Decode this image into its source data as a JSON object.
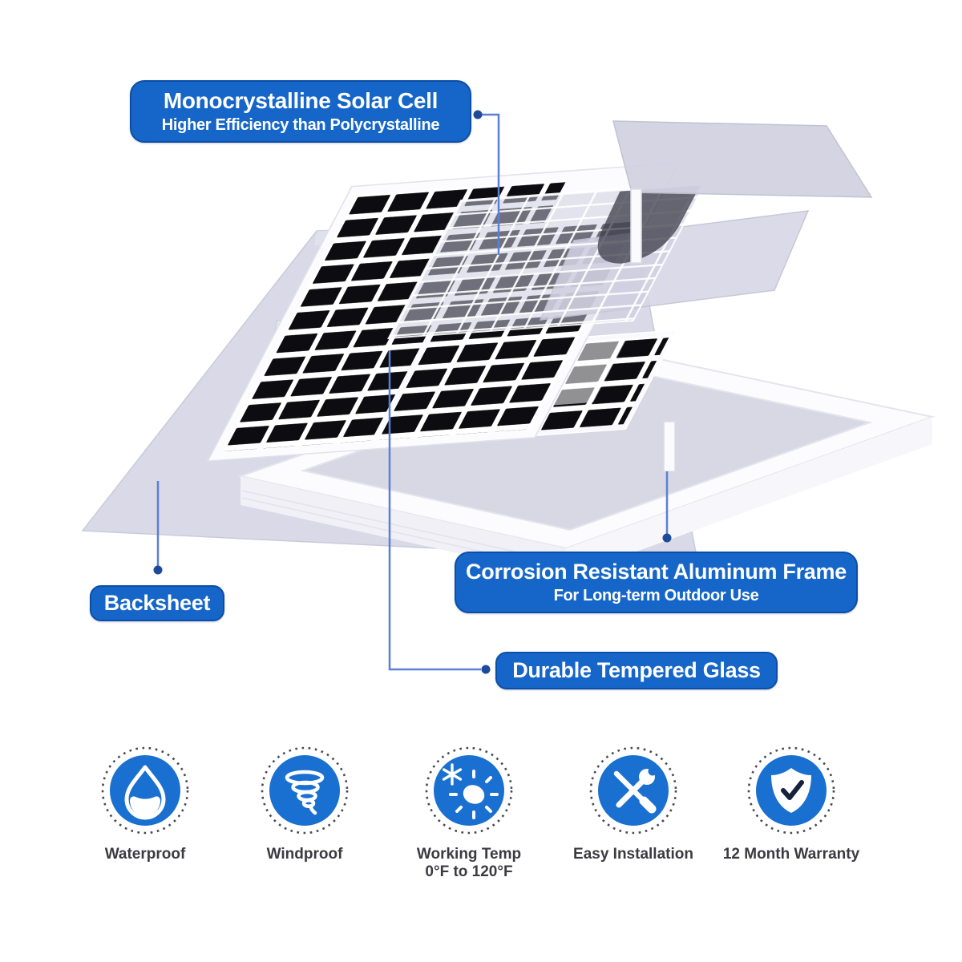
{
  "callouts": {
    "solar_cell": {
      "title": "Monocrystalline Solar Cell",
      "subtitle": "Higher Efficiency than Polycrystalline"
    },
    "frame": {
      "title": "Corrosion Resistant Aluminum Frame",
      "subtitle": "For Long-term Outdoor Use"
    },
    "backsheet": {
      "title": "Backsheet"
    },
    "glass": {
      "title": "Durable Tempered Glass"
    }
  },
  "features": [
    {
      "icon": "waterproof-icon",
      "label": "Waterproof"
    },
    {
      "icon": "windproof-icon",
      "label": "Windproof"
    },
    {
      "icon": "working-temp-icon",
      "label": "Working Temp",
      "sublabel": "0°F to 120°F"
    },
    {
      "icon": "easy-installation-icon",
      "label": "Easy Installation"
    },
    {
      "icon": "warranty-icon",
      "label": "12 Month Warranty"
    }
  ],
  "colors": {
    "accent_blue": "#1566c8",
    "accent_border": "#0d4da6",
    "connector_blue": "#5c7fd6",
    "dot_blue": "#1e4a9b",
    "icon_blue": "#1a70d0",
    "ring_gray": "#47474f",
    "sheet_lavender": "#d6d6e5",
    "label_gray": "#3a3a40"
  }
}
